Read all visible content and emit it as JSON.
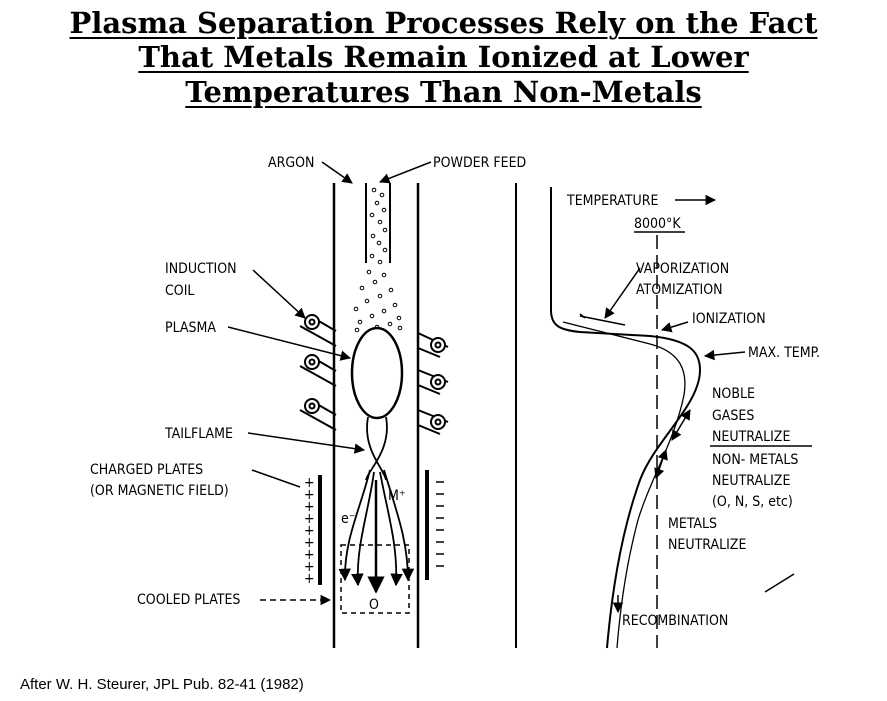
{
  "title": {
    "line1": "Plasma Separation Processes Rely on the  Fact",
    "line2": "That Metals  Remain Ionized at Lower",
    "line3": "Temperatures  Than Non-Metals"
  },
  "left_labels": {
    "argon": "ARGON",
    "powder_feed": "POWDER FEED",
    "induction_coil_1": "INDUCTION",
    "induction_coil_2": "COIL",
    "plasma": "PLASMA",
    "tailflame": "TAILFLAME",
    "charged_plates_1": "CHARGED PLATES",
    "charged_plates_2": "(OR MAGNETIC FIELD)",
    "cooled_plates": "COOLED PLATES",
    "electron": "e⁻",
    "metal_ion": "M⁺",
    "neutral": "O"
  },
  "right_labels": {
    "temperature": "TEMPERATURE",
    "temp_value": "8000°K",
    "vaporization_1": "VAPORIZATION",
    "vaporization_2": "ATOMIZATION",
    "ionization": "IONIZATION",
    "max_temp": "MAX. TEMP.",
    "noble_1": "NOBLE",
    "noble_2": "GASES",
    "noble_3": "NEUTRALIZE",
    "nonmetals_1": "NON- METALS",
    "nonmetals_2": "NEUTRALIZE",
    "nonmetals_3": "(O, N, S, etc)",
    "metals_1": "METALS",
    "metals_2": "NEUTRALIZE",
    "recombination": "RECOMBINATION"
  },
  "credit": "After  W. H. Steurer, JPL Pub. 82-41 (1982)"
}
